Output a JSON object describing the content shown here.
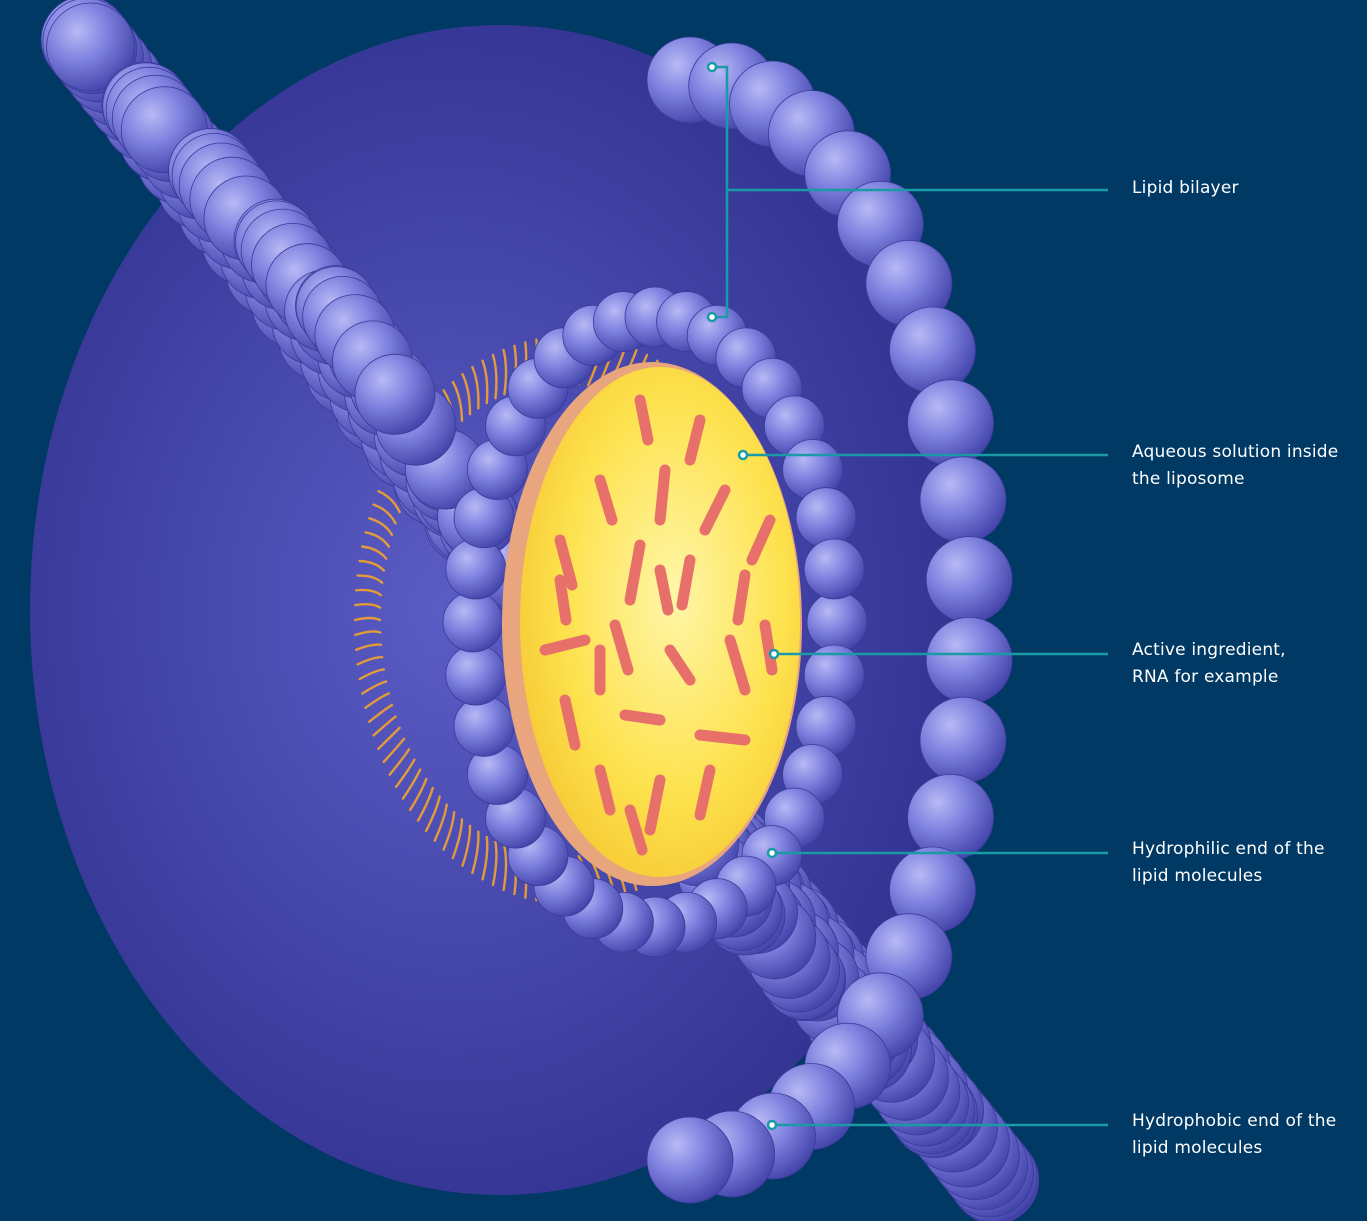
{
  "colors": {
    "background": "#003964",
    "leader_line": "#1a9aa6",
    "lipid_head": "#6f71d6",
    "lipid_tail": "#e39a3a",
    "core": "#fde04a",
    "rna": "#e8706a"
  },
  "labels": {
    "lipid_bilayer": {
      "line1": "Lipid bilayer"
    },
    "aqueous_solution": {
      "line1": "Aqueous solution inside",
      "line2": "the liposome"
    },
    "active_ingredient": {
      "line1": "Active ingredient,",
      "line2": "RNA for example"
    },
    "hydrophilic_end": {
      "line1": "Hydrophilic end of the",
      "line2": "lipid molecules"
    },
    "hydrophobic_end": {
      "line1": "Hydrophobic end of the",
      "line2": "lipid molecules"
    }
  },
  "illustration": {
    "subject": "liposome cross-section",
    "icon": "liposome-icon"
  }
}
